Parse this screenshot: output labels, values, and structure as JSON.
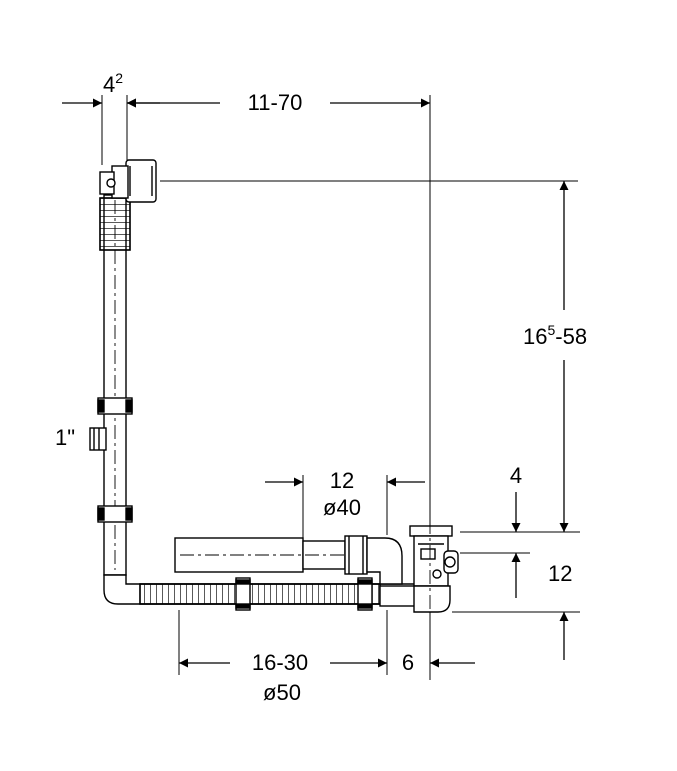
{
  "diagram": {
    "dimensions": {
      "top_offset": "4",
      "top_offset_sup": "2",
      "horizontal_span": "11-70",
      "vertical_span_a": "16",
      "vertical_span_sup": "5",
      "vertical_span_b": "-58",
      "thread_size": "1\"",
      "pipe_offset": "12",
      "pipe_diameter_small": "ø40",
      "drain_height": "4",
      "drain_depth": "12",
      "hose_span": "16-30",
      "hose_diameter": "ø50",
      "drain_offset": "6"
    }
  }
}
